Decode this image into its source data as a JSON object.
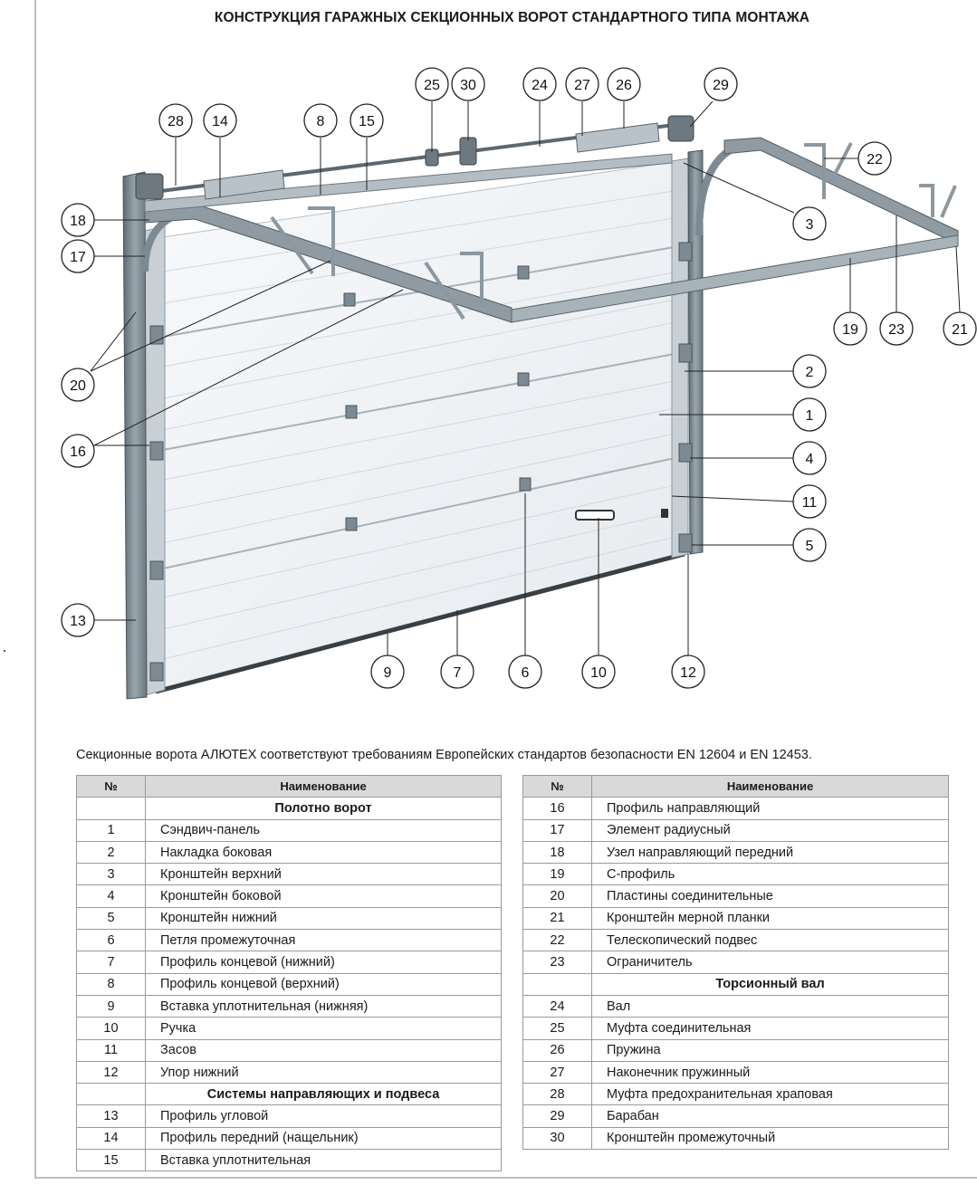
{
  "title": "КОНСТРУКЦИЯ ГАРАЖНЫХ СЕКЦИОННЫХ ВОРОТ СТАНДАРТНОГО ТИПА  МОНТАЖА",
  "note": "Секционные ворота АЛЮТЕХ соответствуют требованиям Европейских стандартов безопасности EN 12604  и EN 12453.",
  "table_headers": {
    "num": "№",
    "name": "Наименование"
  },
  "left_table": [
    {
      "group": "Полотно ворот"
    },
    {
      "num": "1",
      "name": "Сэндвич-панель"
    },
    {
      "num": "2",
      "name": "Накладка боковая"
    },
    {
      "num": "3",
      "name": "Кронштейн верхний"
    },
    {
      "num": "4",
      "name": "Кронштейн боковой"
    },
    {
      "num": "5",
      "name": "Кронштейн нижний"
    },
    {
      "num": "6",
      "name": "Петля промежуточная"
    },
    {
      "num": "7",
      "name": "Профиль концевой (нижний)"
    },
    {
      "num": "8",
      "name": "Профиль концевой (верхний)"
    },
    {
      "num": "9",
      "name": "Вставка уплотнительная (нижняя)"
    },
    {
      "num": "10",
      "name": "Ручка"
    },
    {
      "num": "11",
      "name": "Засов"
    },
    {
      "num": "12",
      "name": "Упор нижний"
    },
    {
      "group": "Системы направляющих и подвеса"
    },
    {
      "num": "13",
      "name": "Профиль угловой"
    },
    {
      "num": "14",
      "name": "Профиль передний (нащельник)"
    },
    {
      "num": "15",
      "name": "Вставка уплотнительная"
    }
  ],
  "right_table": [
    {
      "num": "16",
      "name": "Профиль направляющий"
    },
    {
      "num": "17",
      "name": "Элемент радиусный"
    },
    {
      "num": "18",
      "name": "Узел направляющий передний"
    },
    {
      "num": "19",
      "name": "С-профиль"
    },
    {
      "num": "20",
      "name": "Пластины соединительные"
    },
    {
      "num": "21",
      "name": "Кронштейн мерной планки"
    },
    {
      "num": "22",
      "name": "Телескопический подвес"
    },
    {
      "num": "23",
      "name": "Ограничитель"
    },
    {
      "group": "Торсионный вал"
    },
    {
      "num": "24",
      "name": "Вал"
    },
    {
      "num": "25",
      "name": "Муфта соединительная"
    },
    {
      "num": "26",
      "name": "Пружина"
    },
    {
      "num": "27",
      "name": "Наконечник пружинный"
    },
    {
      "num": "28",
      "name": "Муфта предохранительная храповая"
    },
    {
      "num": "29",
      "name": "Барабан"
    },
    {
      "num": "30",
      "name": "Кронштейн промежуточный"
    }
  ],
  "callouts": [
    "1",
    "2",
    "3",
    "4",
    "5",
    "6",
    "7",
    "8",
    "9",
    "10",
    "11",
    "12",
    "13",
    "14",
    "15",
    "16",
    "17",
    "18",
    "19",
    "20",
    "21",
    "22",
    "23",
    "24",
    "25",
    "26",
    "27",
    "28",
    "29",
    "30"
  ],
  "colors": {
    "frame": "#7d8a94",
    "panel": "#f4f6f8",
    "rail": "#8f9aa3",
    "table_header": "#d9d9d9"
  }
}
